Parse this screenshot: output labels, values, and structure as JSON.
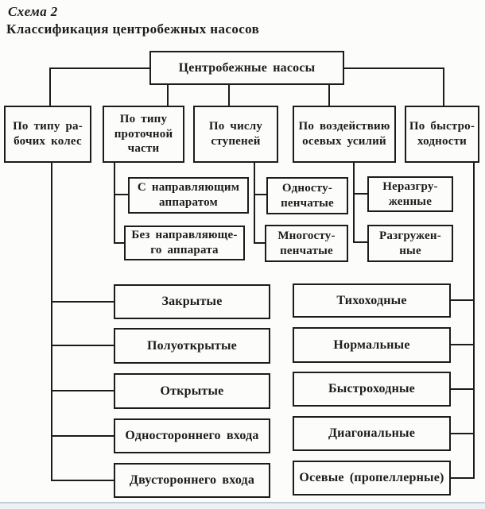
{
  "header": {
    "scheme_label": "Схема 2",
    "title": "Классификация центробежных насосов"
  },
  "diagram": {
    "root": {
      "label": "Центробежные насосы"
    },
    "categories": [
      {
        "label": "По типу ра-\nбочих колес"
      },
      {
        "label": "По типу\nпроточной\nчасти"
      },
      {
        "label": "По числу\nступеней"
      },
      {
        "label": "По воздействию\nосевых усилий"
      },
      {
        "label": "По быстро-\nходности"
      }
    ],
    "flow_part_children": [
      {
        "label": "С направляющим\nаппаратом"
      },
      {
        "label": "Без направляюще-\nго аппарата"
      }
    ],
    "stage_children": [
      {
        "label": "Односту-\nпенчатые"
      },
      {
        "label": "Многосту-\nпенчатые"
      }
    ],
    "axial_children": [
      {
        "label": "Неразгру-\nженные"
      },
      {
        "label": "Разгружен-\nные"
      }
    ],
    "impeller_children": [
      {
        "label": "Закрытые"
      },
      {
        "label": "Полуоткрытые"
      },
      {
        "label": "Открытые"
      },
      {
        "label": "Одностороннего входа"
      },
      {
        "label": "Двустороннего входа"
      }
    ],
    "speed_children": [
      {
        "label": "Тихоходные"
      },
      {
        "label": "Нормальные"
      },
      {
        "label": "Быстроходные"
      },
      {
        "label": "Диагональные"
      },
      {
        "label": "Осевые (пропеллерные)"
      }
    ]
  },
  "colors": {
    "ink": "#1c1c1c",
    "paper": "#fcfcfa"
  }
}
